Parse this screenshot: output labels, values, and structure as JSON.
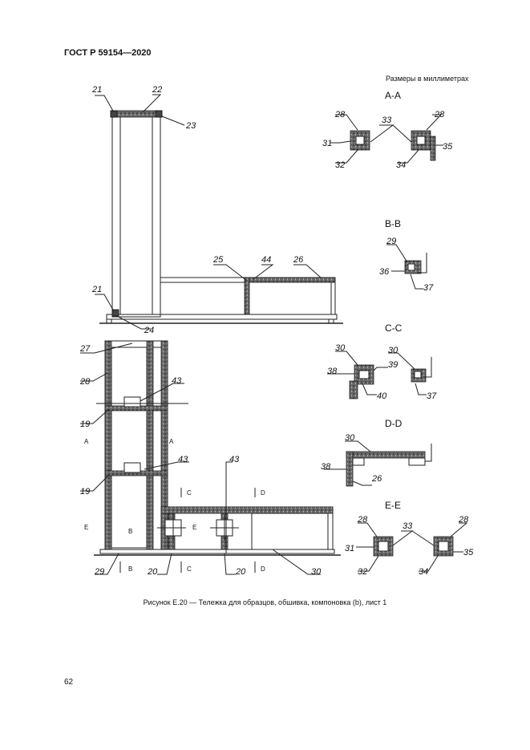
{
  "header": {
    "standard": "ГОСТ Р 59154—2020"
  },
  "units_note": "Размеры в миллиметрах",
  "caption": "Рисунок Е.20 — Тележка для образцов, обшивка, компоновка (b), лист 1",
  "page_number": "62",
  "section_titles": {
    "aa": "А-А",
    "bb": "В-В",
    "cc": "С-С",
    "dd": "D-D",
    "ee": "Е-Е"
  },
  "upper_view_labels": {
    "l21a": "21",
    "l22": "22",
    "l23": "23",
    "l21b": "21",
    "l24": "24",
    "l25": "25",
    "l44": "44",
    "l26": "26"
  },
  "lower_view_labels": {
    "l27": "27",
    "l28": "28",
    "l43a": "43",
    "l19a": "19",
    "l43b": "43",
    "l43c": "43",
    "l19b": "19",
    "l29": "29",
    "l20a": "20",
    "l20b": "20",
    "l30": "30"
  },
  "cut_marks": {
    "a": "А",
    "e": "Е",
    "b": "B",
    "c": "C",
    "d": "D"
  },
  "aa_labels": {
    "l28a": "28",
    "l28b": "28",
    "l33": "33",
    "l31": "31",
    "l35": "35",
    "l32": "32",
    "l34": "34"
  },
  "bb_labels": {
    "l29": "29",
    "l36": "36",
    "l37": "37"
  },
  "cc_labels": {
    "l30a": "30",
    "l30b": "30",
    "l38": "38",
    "l39": "39",
    "l40": "40",
    "l37": "37"
  },
  "dd_labels": {
    "l30": "30",
    "l38": "38",
    "l26": "26"
  },
  "ee_labels": {
    "l28a": "28",
    "l28b": "28",
    "l33": "33",
    "l31": "31",
    "l35": "35",
    "l32": "32",
    "l34": "34"
  }
}
